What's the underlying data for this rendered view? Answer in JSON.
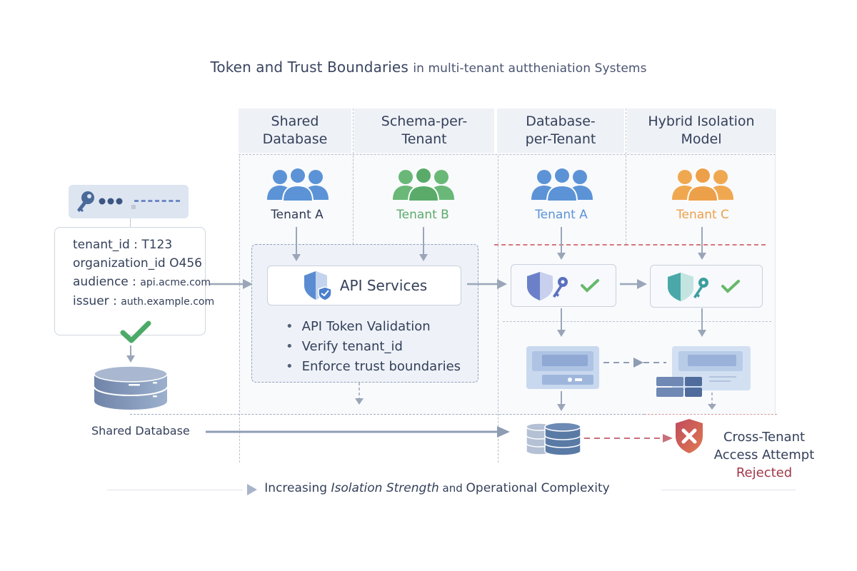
{
  "title": {
    "main": "Token and Trust Boundaries",
    "sub": "in multi-tenant auttheniation Systems"
  },
  "columns": [
    {
      "line1": "Shared",
      "line2": "Database",
      "tenant": "Tenant A",
      "tenant_color": "#5b93d6"
    },
    {
      "line1": "Schema-per-",
      "line2": "Tenant",
      "tenant": "Tenant B",
      "tenant_color": "#5aab6a"
    },
    {
      "line1": "Database-",
      "line2": "per-Tenant",
      "tenant": "Tenant A",
      "tenant_color": "#5b93d6"
    },
    {
      "line1": "Hybrid Isolation",
      "line2": "Model",
      "tenant": "Tenant C",
      "tenant_color": "#eda04a"
    }
  ],
  "token": {
    "claims": [
      {
        "key": "tenant_id",
        "sep": " : ",
        "value": "T123"
      },
      {
        "key": "organization_id",
        "sep": " ",
        "value": "O456"
      },
      {
        "key": "audience",
        "sep": " : ",
        "value": "api.acme.com"
      },
      {
        "key": "issuer",
        "sep": " : ",
        "value": "auth.example.com"
      }
    ]
  },
  "api": {
    "label": "API Services",
    "bullets": [
      "API Token Validation",
      "Verify tenant_id",
      "Enforce trust boundaries"
    ]
  },
  "shared_db_label": "Shared Database",
  "rejection": {
    "line1": "Cross-Tenant",
    "line2": "Access Attempt",
    "line3": "Rejected"
  },
  "footer": {
    "part1": "Increasing ",
    "part2": "Isolation Strength",
    "part3": " and ",
    "part4": "Operational Complexity"
  },
  "colors": {
    "accent": "#8ea0c0",
    "success": "#5aab6a",
    "danger": "#c0505a",
    "blue_shield": "#6b80c8",
    "teal_shield": "#4aa8a8"
  }
}
